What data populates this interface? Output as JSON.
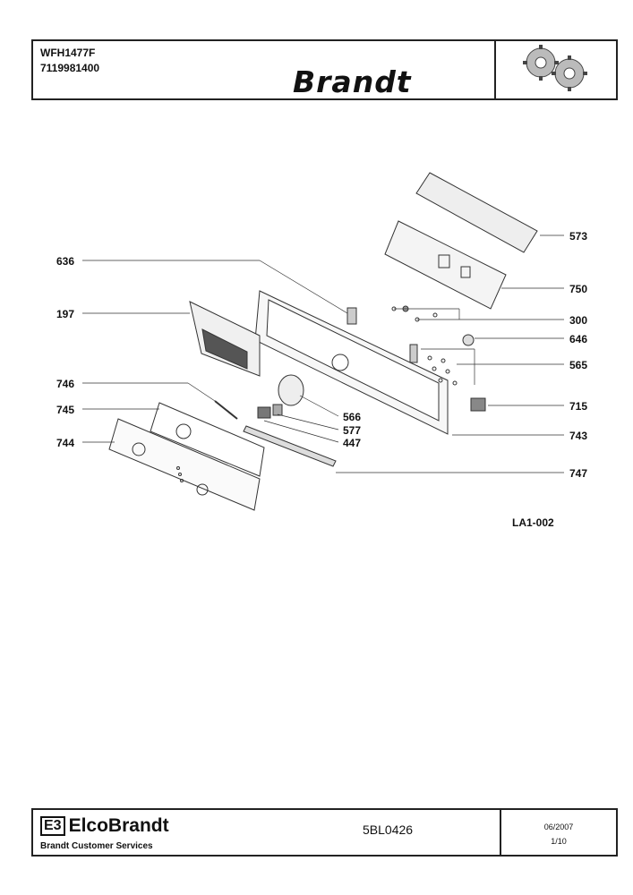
{
  "header": {
    "model": "WFH1477F",
    "code": "7119981400",
    "brand": "Brandt",
    "gear_icon": "gear-icon"
  },
  "callouts": [
    {
      "id": "c573",
      "label": "573"
    },
    {
      "id": "c636",
      "label": "636"
    },
    {
      "id": "c750",
      "label": "750"
    },
    {
      "id": "c197",
      "label": "197"
    },
    {
      "id": "c300",
      "label": "300"
    },
    {
      "id": "c646",
      "label": "646"
    },
    {
      "id": "c565",
      "label": "565"
    },
    {
      "id": "c746",
      "label": "746"
    },
    {
      "id": "c715",
      "label": "715"
    },
    {
      "id": "c745",
      "label": "745"
    },
    {
      "id": "c566",
      "label": "566"
    },
    {
      "id": "c577",
      "label": "577"
    },
    {
      "id": "c743",
      "label": "743"
    },
    {
      "id": "c447",
      "label": "447"
    },
    {
      "id": "c744",
      "label": "744"
    },
    {
      "id": "c747",
      "label": "747"
    }
  ],
  "diagram_ref": "LA1-002",
  "footer": {
    "logo_mark": "E3",
    "logo_text": "ElcoBrandt",
    "services": "Brandt Customer Services",
    "doc_number": "5BL0426",
    "date": "06/2007",
    "page": "1/10"
  },
  "colors": {
    "line": "#333333",
    "border": "#222222"
  }
}
